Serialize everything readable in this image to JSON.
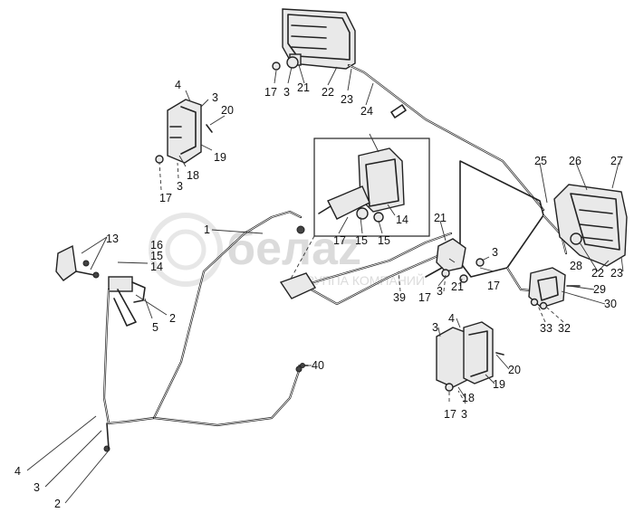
{
  "watermark": {
    "brand": "белаz",
    "sub": "ГРУППА КОМПАНИЙ"
  },
  "callouts": [
    "17",
    "3",
    "21",
    "22",
    "23",
    "24",
    "4",
    "3",
    "20",
    "18",
    "19",
    "17",
    "3",
    "1",
    "13",
    "16",
    "15",
    "14",
    "2",
    "5",
    "17",
    "15",
    "15",
    "14",
    "21",
    "3",
    "17",
    "3",
    "21",
    "17",
    "39",
    "25",
    "26",
    "27",
    "28",
    "22",
    "23",
    "29",
    "30",
    "33",
    "32",
    "3",
    "4",
    "20",
    "19",
    "18",
    "17",
    "3",
    "40",
    "4",
    "3",
    "2"
  ]
}
